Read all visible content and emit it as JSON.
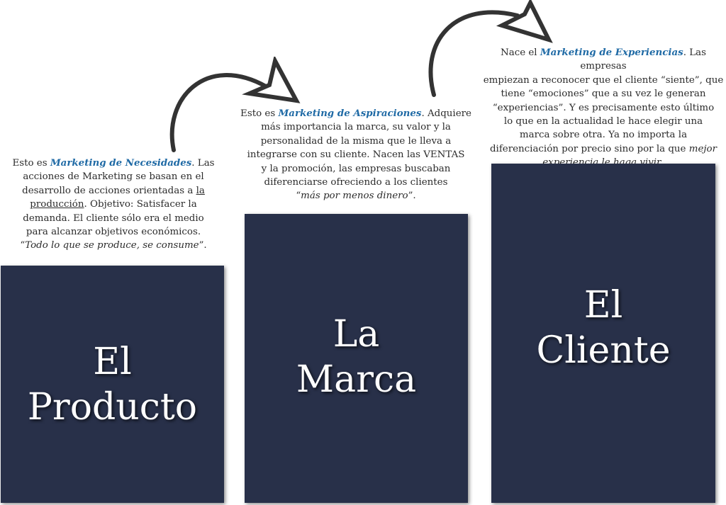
{
  "stages": [
    {
      "title_line1": "El",
      "title_line2": "Producto",
      "text": {
        "l1_a": "Esto es ",
        "l1_hl": "Marketing de Necesidades",
        "l1_b": ". Las",
        "l2": "acciones de Marketing se basan en el",
        "l3_a": "desarrollo de acciones orientadas a ",
        "l3_ul": "la",
        "l4_ul": "producción",
        "l4_b": ". Objetivo: Satisfacer la",
        "l5": "demanda. El cliente sólo era el medio",
        "l6": "para alcanzar objetivos económicos.",
        "l7_a": "“",
        "l7_it": "Todo lo que se produce, se consume",
        "l7_b": "”."
      }
    },
    {
      "title_line1": "La",
      "title_line2": "Marca",
      "text": {
        "l1_a": "Esto es ",
        "l1_hl": "Marketing de Aspiraciones",
        "l1_b": ". Adquiere",
        "l2": "más importancia la marca, su valor y la",
        "l3": "personalidad de la misma que le lleva a",
        "l4": "integrarse con su cliente. Nacen las VENTAS",
        "l5": "y la promoción, las empresas buscaban",
        "l6": "diferenciarse ofreciendo a los clientes",
        "l7_a": "“",
        "l7_it": "más por menos dinero",
        "l7_b": "”."
      }
    },
    {
      "title_line1": "El",
      "title_line2": "Cliente",
      "text": {
        "l1_a": "Nace el ",
        "l1_hl": "Marketing de Experiencias",
        "l1_b": ". Las empresas",
        "l2": "empiezan a reconocer que el cliente “siente”, que",
        "l3": "tiene “emociones” que a su vez le generan",
        "l4": "“experiencias”. Y es precisamente esto último",
        "l5": "lo que en la actualidad le hace elegir una",
        "l6": "marca sobre otra. Ya no importa la",
        "l7": "diferenciación por precio sino por la que ",
        "l7_it": "mejor",
        "l8_it": "experiencia le haga vivir",
        "l8_b": "."
      }
    }
  ],
  "colors": {
    "box": "#283049",
    "highlight": "#1f6aa5",
    "text": "#2b2b2b",
    "title": "#ffffff",
    "arrow": "#333333"
  },
  "icons": [
    "curved-arrow-icon",
    "curved-arrow-icon"
  ]
}
